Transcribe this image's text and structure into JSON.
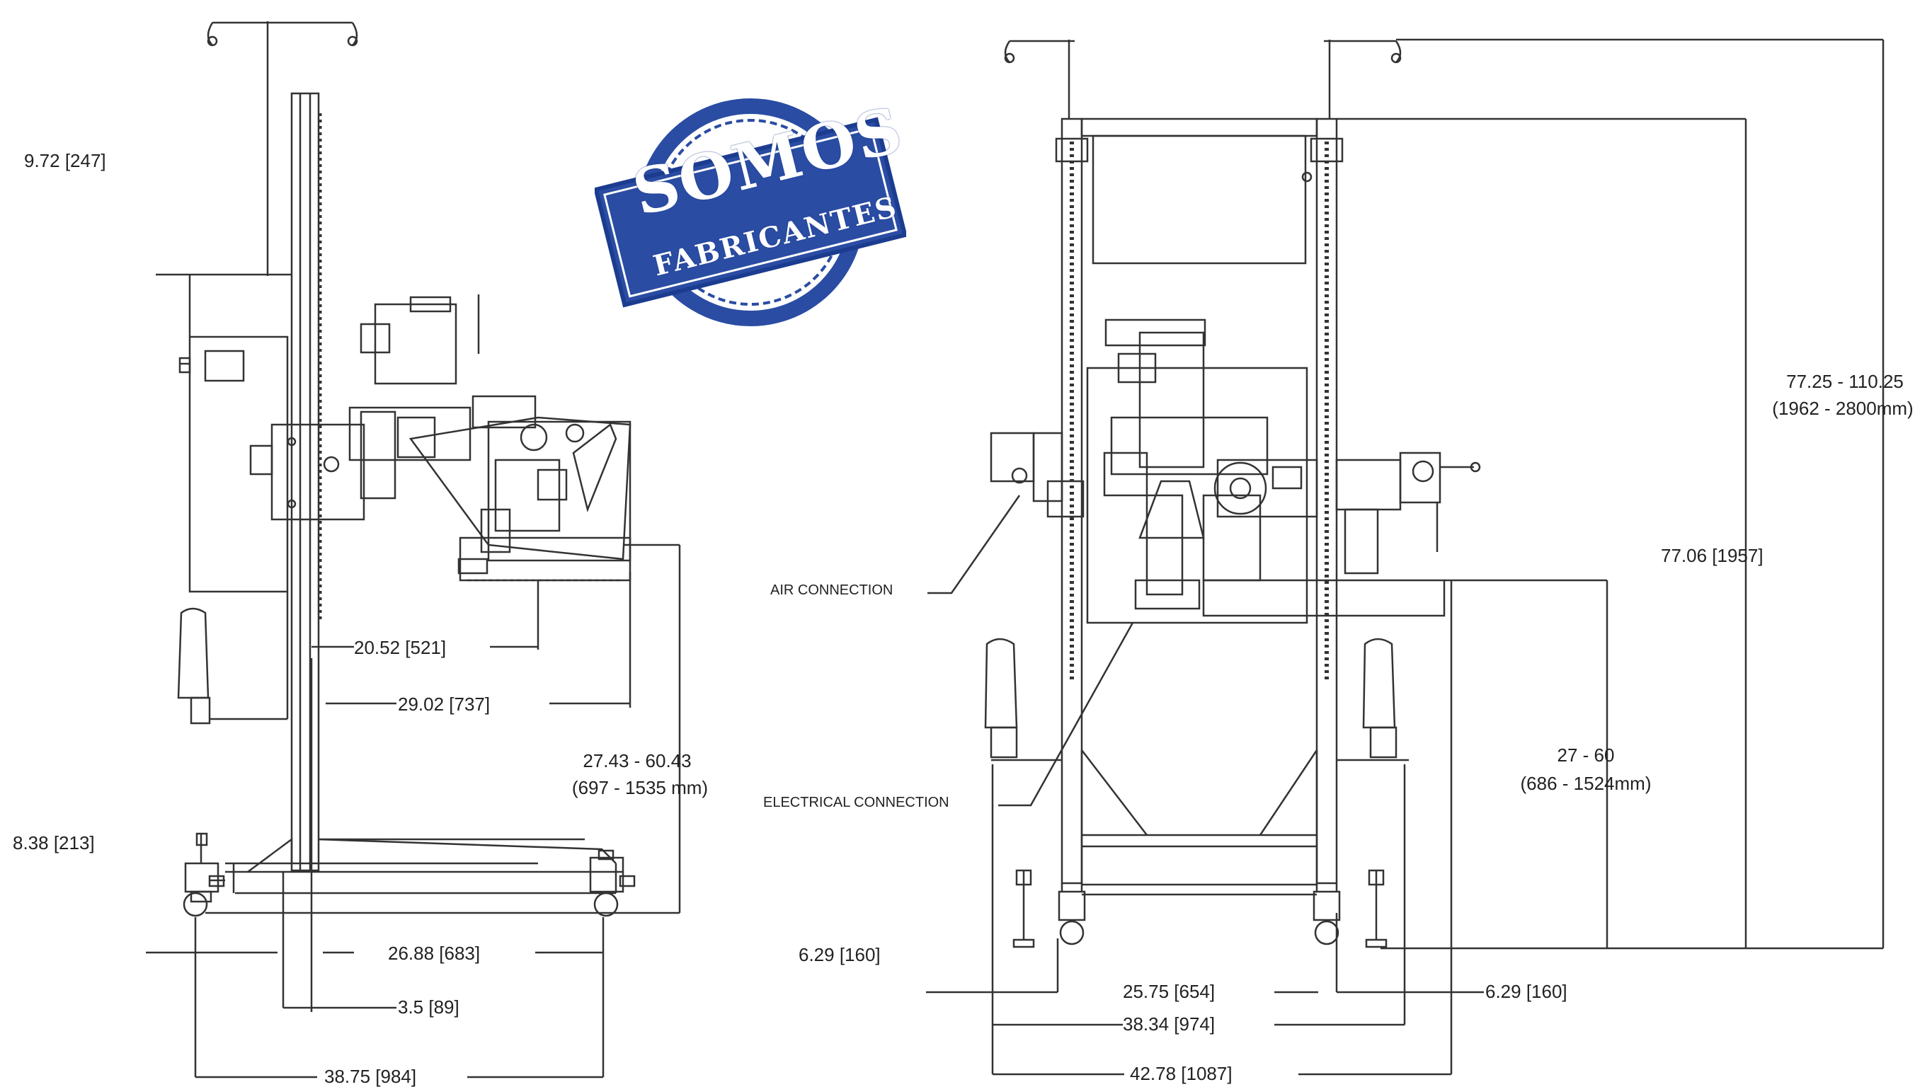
{
  "stamp": {
    "line1": "SOMOS",
    "line2": "FABRICANTES",
    "color": "#2a4ca3"
  },
  "left_view": {
    "dim_top": "9.72 [247]",
    "dim_base": "8.38 [213]",
    "dim_arm_reach": "20.52 [521]",
    "dim_arm_reach_2": "29.02 [737]",
    "dim_height": "27.43 - 60.43",
    "dim_height_mm": "(697 - 1535 mm)",
    "dim_base_width": "26.88 [683]",
    "dim_column": "3.5 [89]",
    "dim_total_width": "38.75 [984]"
  },
  "right_view": {
    "air_connection": "AIR CONNECTION",
    "electrical_connection": "ELECTRICAL CONNECTION",
    "dim_total_height": "77.25 - 110.25",
    "dim_total_height_mm": "(1962 - 2800mm)",
    "dim_frame_height": "77.06 [1957]",
    "dim_work_height": "27 - 60",
    "dim_work_height_mm": "(686 - 1524mm)",
    "dim_caster": "6.29 [160]",
    "dim_inner_width": "25.75 [654]",
    "dim_outer_width": "38.34 [974]",
    "dim_caster_right": "6.29 [160]",
    "dim_total_width": "42.78 [1087]"
  }
}
